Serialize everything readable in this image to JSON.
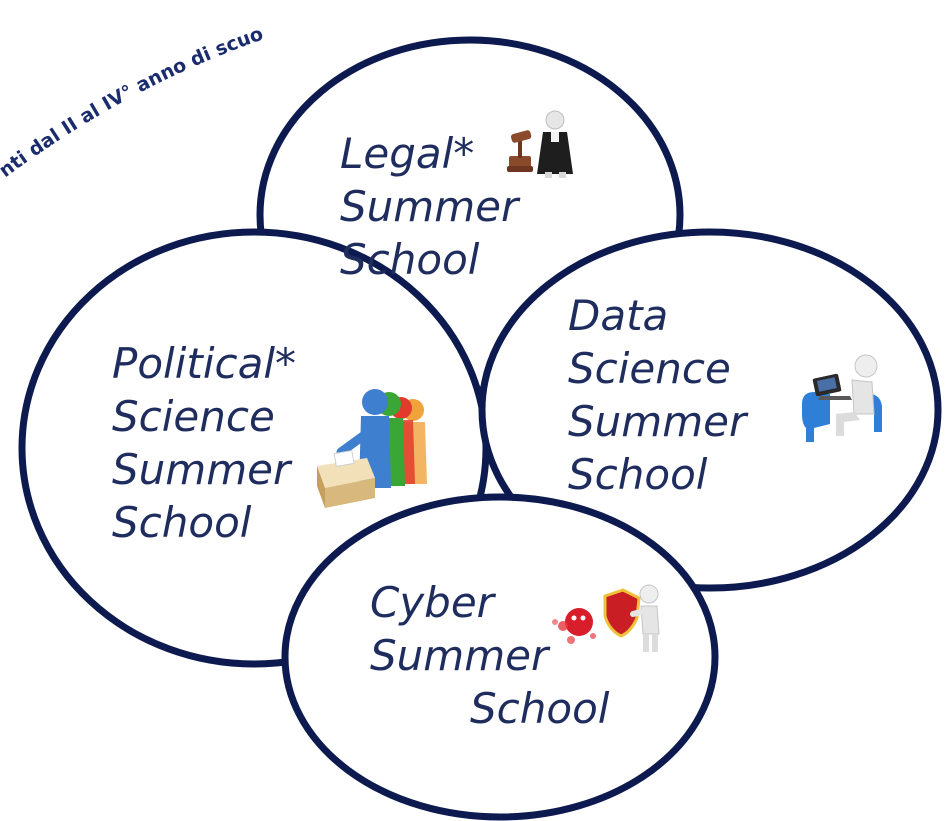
{
  "arc_caption": "nti dal II al IV° anno di scuo",
  "circles": {
    "legal": {
      "lines": [
        "Legal*",
        "Summer",
        "School"
      ],
      "icon": "judge-icon"
    },
    "political": {
      "lines": [
        "Political*",
        "Science",
        "Summer",
        "School"
      ],
      "icon": "voting-icon"
    },
    "data": {
      "lines": [
        "Data",
        "Science",
        "Summer",
        "School"
      ],
      "icon": "laptop-user-icon"
    },
    "cyber": {
      "lines": [
        "Cyber",
        "Summer",
        "School"
      ],
      "icon": "shield-virus-icon"
    }
  },
  "colors": {
    "outline": "#0d1a4f",
    "text": "#1f2d5e",
    "caption": "#1b2c6e"
  }
}
